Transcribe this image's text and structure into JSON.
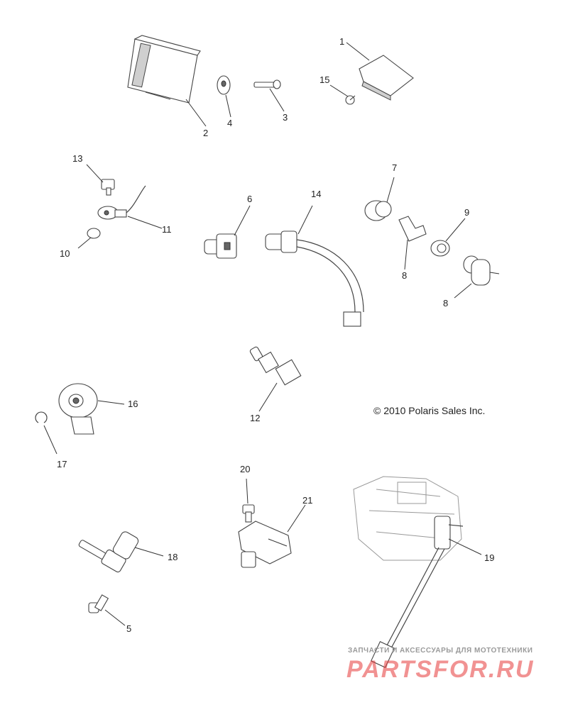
{
  "callouts": {
    "c1": "1",
    "c2": "2",
    "c3": "3",
    "c4": "4",
    "c5": "5",
    "c6": "6",
    "c7": "7",
    "c8a": "8",
    "c8b": "8",
    "c9": "9",
    "c10": "10",
    "c11": "11",
    "c12": "12",
    "c13": "13",
    "c14": "14",
    "c15": "15",
    "c16": "16",
    "c17": "17",
    "c18": "18",
    "c19": "19",
    "c20": "20",
    "c21": "21"
  },
  "copyright": "© 2010 Polaris Sales Inc.",
  "watermark": {
    "tagline": "ЗАПЧАСТИ И АКСЕССУАРЫ ДЛЯ МОТОТЕХНИКИ",
    "brand": "PARTSFOR.RU"
  },
  "colors": {
    "line": "#444444",
    "watermark_red": "#e63a3a",
    "watermark_gray": "#9a9a9a"
  }
}
